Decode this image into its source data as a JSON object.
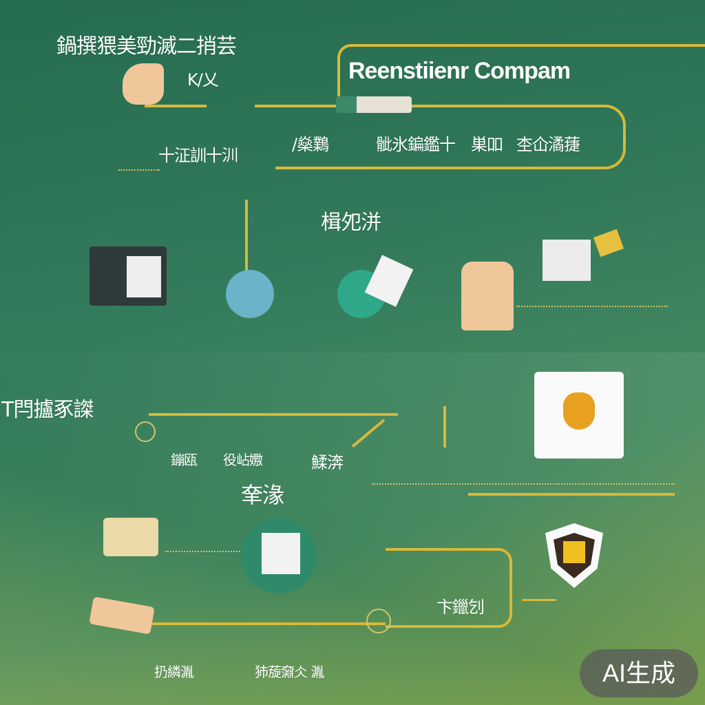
{
  "header": {
    "top_left_text": "鍋撰猥美勁滅二捎芸",
    "sub_text": "K/乂",
    "title": "Reenstiienr Compam"
  },
  "labels": {
    "row1_left": "十泟訓十汌",
    "row1_a": "/燊鸈",
    "row1_b": "骴氷鍽鑑十",
    "row1_c": "巣吅",
    "row1_d": "杢仚潏蓵",
    "mid_top": "楫夗洴",
    "bottom_title": "T閂攎豖謋",
    "bottom_a": "鏰瓯",
    "bottom_b": "役岾嫐",
    "bottom_c": "鰇渀",
    "bottom_d": "羍湪",
    "bottom_e": "卞鑞刉",
    "bottom_f": "扔繗湚",
    "bottom_g": "犻蔙奫仌 湚"
  },
  "badge": {
    "label": "AI生成"
  },
  "colors": {
    "background": "#367f5e",
    "accent_line": "#d7b93a",
    "text": "#ffffff"
  }
}
